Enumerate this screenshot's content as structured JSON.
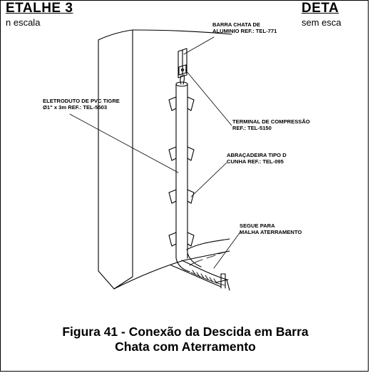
{
  "header": {
    "left_title": "ETALHE 3",
    "left_subtitle": "n escala",
    "right_title": "DETA",
    "right_subtitle": "sem esca"
  },
  "callouts": {
    "barra_chata": [
      "BARRA CHATA DE",
      "ALUMINIO REF.: TEL-771"
    ],
    "eletroduto": [
      "ELETRODUTO DE PVC TIGRE",
      "Ø1\" x 3m REF.: TEL-5503"
    ],
    "terminal": [
      "TERMINAL DE COMPRESSÃO",
      "REF.: TEL-5150"
    ],
    "abracadeira": [
      "ABRAÇADEIRA TIPO D",
      "CUNHA REF.: TEL-095"
    ],
    "segue": [
      "SEGUE PARA",
      "MALHA ATERRAMENTO"
    ]
  },
  "caption": {
    "line1": "Figura 41 - Conexão da Descida em Barra",
    "line2": "Chata com Aterramento"
  }
}
